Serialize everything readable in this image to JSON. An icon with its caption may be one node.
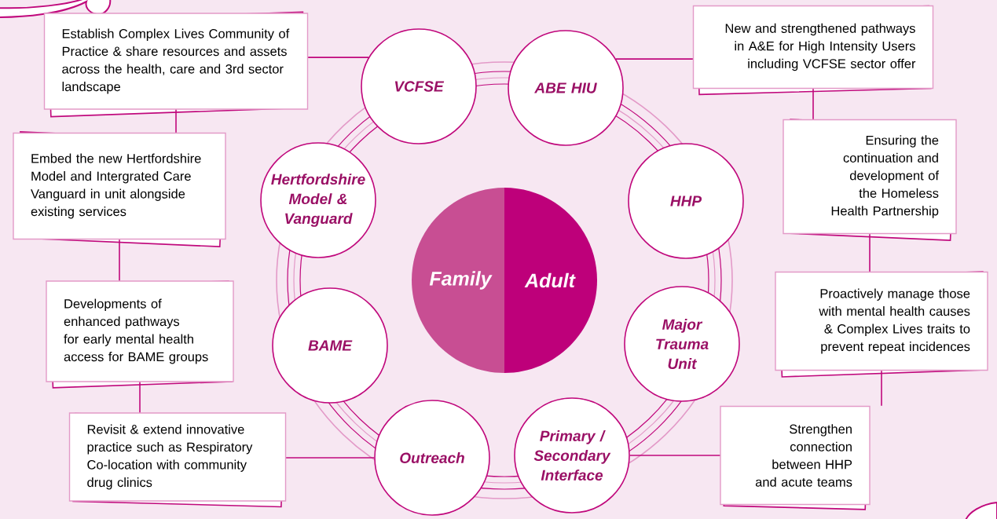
{
  "diagram": {
    "nodes": [
      {
        "text": [
          "Establish Complex Lives Community of Practice & share resources and assets across the health, care and 3rd sector landscape"
        ]
      },
      {
        "text": [
          "Embed the new Hertfordshire Model and Intergrated Care Vanguard in unit alongside existing services"
        ]
      },
      {
        "text": [
          "Developments of enhanced pathways for early mental health access for BAME groups"
        ]
      },
      {
        "text": [
          "Revisit & extend innovative practice such as Respiratory Co-location with community drug clinics"
        ]
      },
      {
        "text": [
          "New and strengthened pathways in A&E for High Intensity Users including VCFSE sector offer"
        ]
      },
      {
        "text": [
          "Ensuring the continuation and development of the Homeless Health Partnership"
        ]
      },
      {
        "text": [
          "Proactively manage those with mental health causes & Complex Lives traits to prevent repeat incidences"
        ]
      },
      {
        "text": [
          "Strengthen connection between HHP and acute teams"
        ]
      },
      {
        "text": [
          "VCFSE"
        ]
      },
      {
        "text": [
          "ABE HIU"
        ]
      },
      {
        "text": [
          "Hertfordshire Model & Vanguard"
        ]
      },
      {
        "text": [
          "HHP"
        ]
      },
      {
        "text": [
          "Family"
        ]
      },
      {
        "text": [
          "Adult"
        ]
      },
      {
        "text": [
          "BAME"
        ]
      },
      {
        "text": [
          "Major Trauma Unit"
        ]
      },
      {
        "text": [
          "Outreach"
        ]
      },
      {
        "text": [
          "Primary / Secondary Interface"
        ]
      }
    ],
    "edges": [
      {
        "from": 8,
        "to": 0,
        "arrow": "none"
      },
      {
        "from": 9,
        "to": 4,
        "arrow": "none"
      },
      {
        "from": 16,
        "to": 3,
        "arrow": "none"
      },
      {
        "from": 17,
        "to": 7,
        "arrow": "none"
      },
      {
        "from": 0,
        "to": 1,
        "arrow": "none"
      },
      {
        "from": 1,
        "to": 2,
        "arrow": "none"
      },
      {
        "from": 2,
        "to": 3,
        "arrow": "none"
      },
      {
        "from": 4,
        "to": 5,
        "arrow": "none"
      },
      {
        "from": 5,
        "to": 6,
        "arrow": "none"
      },
      {
        "from": 6,
        "to": 7,
        "arrow": "none"
      }
    ]
  }
}
